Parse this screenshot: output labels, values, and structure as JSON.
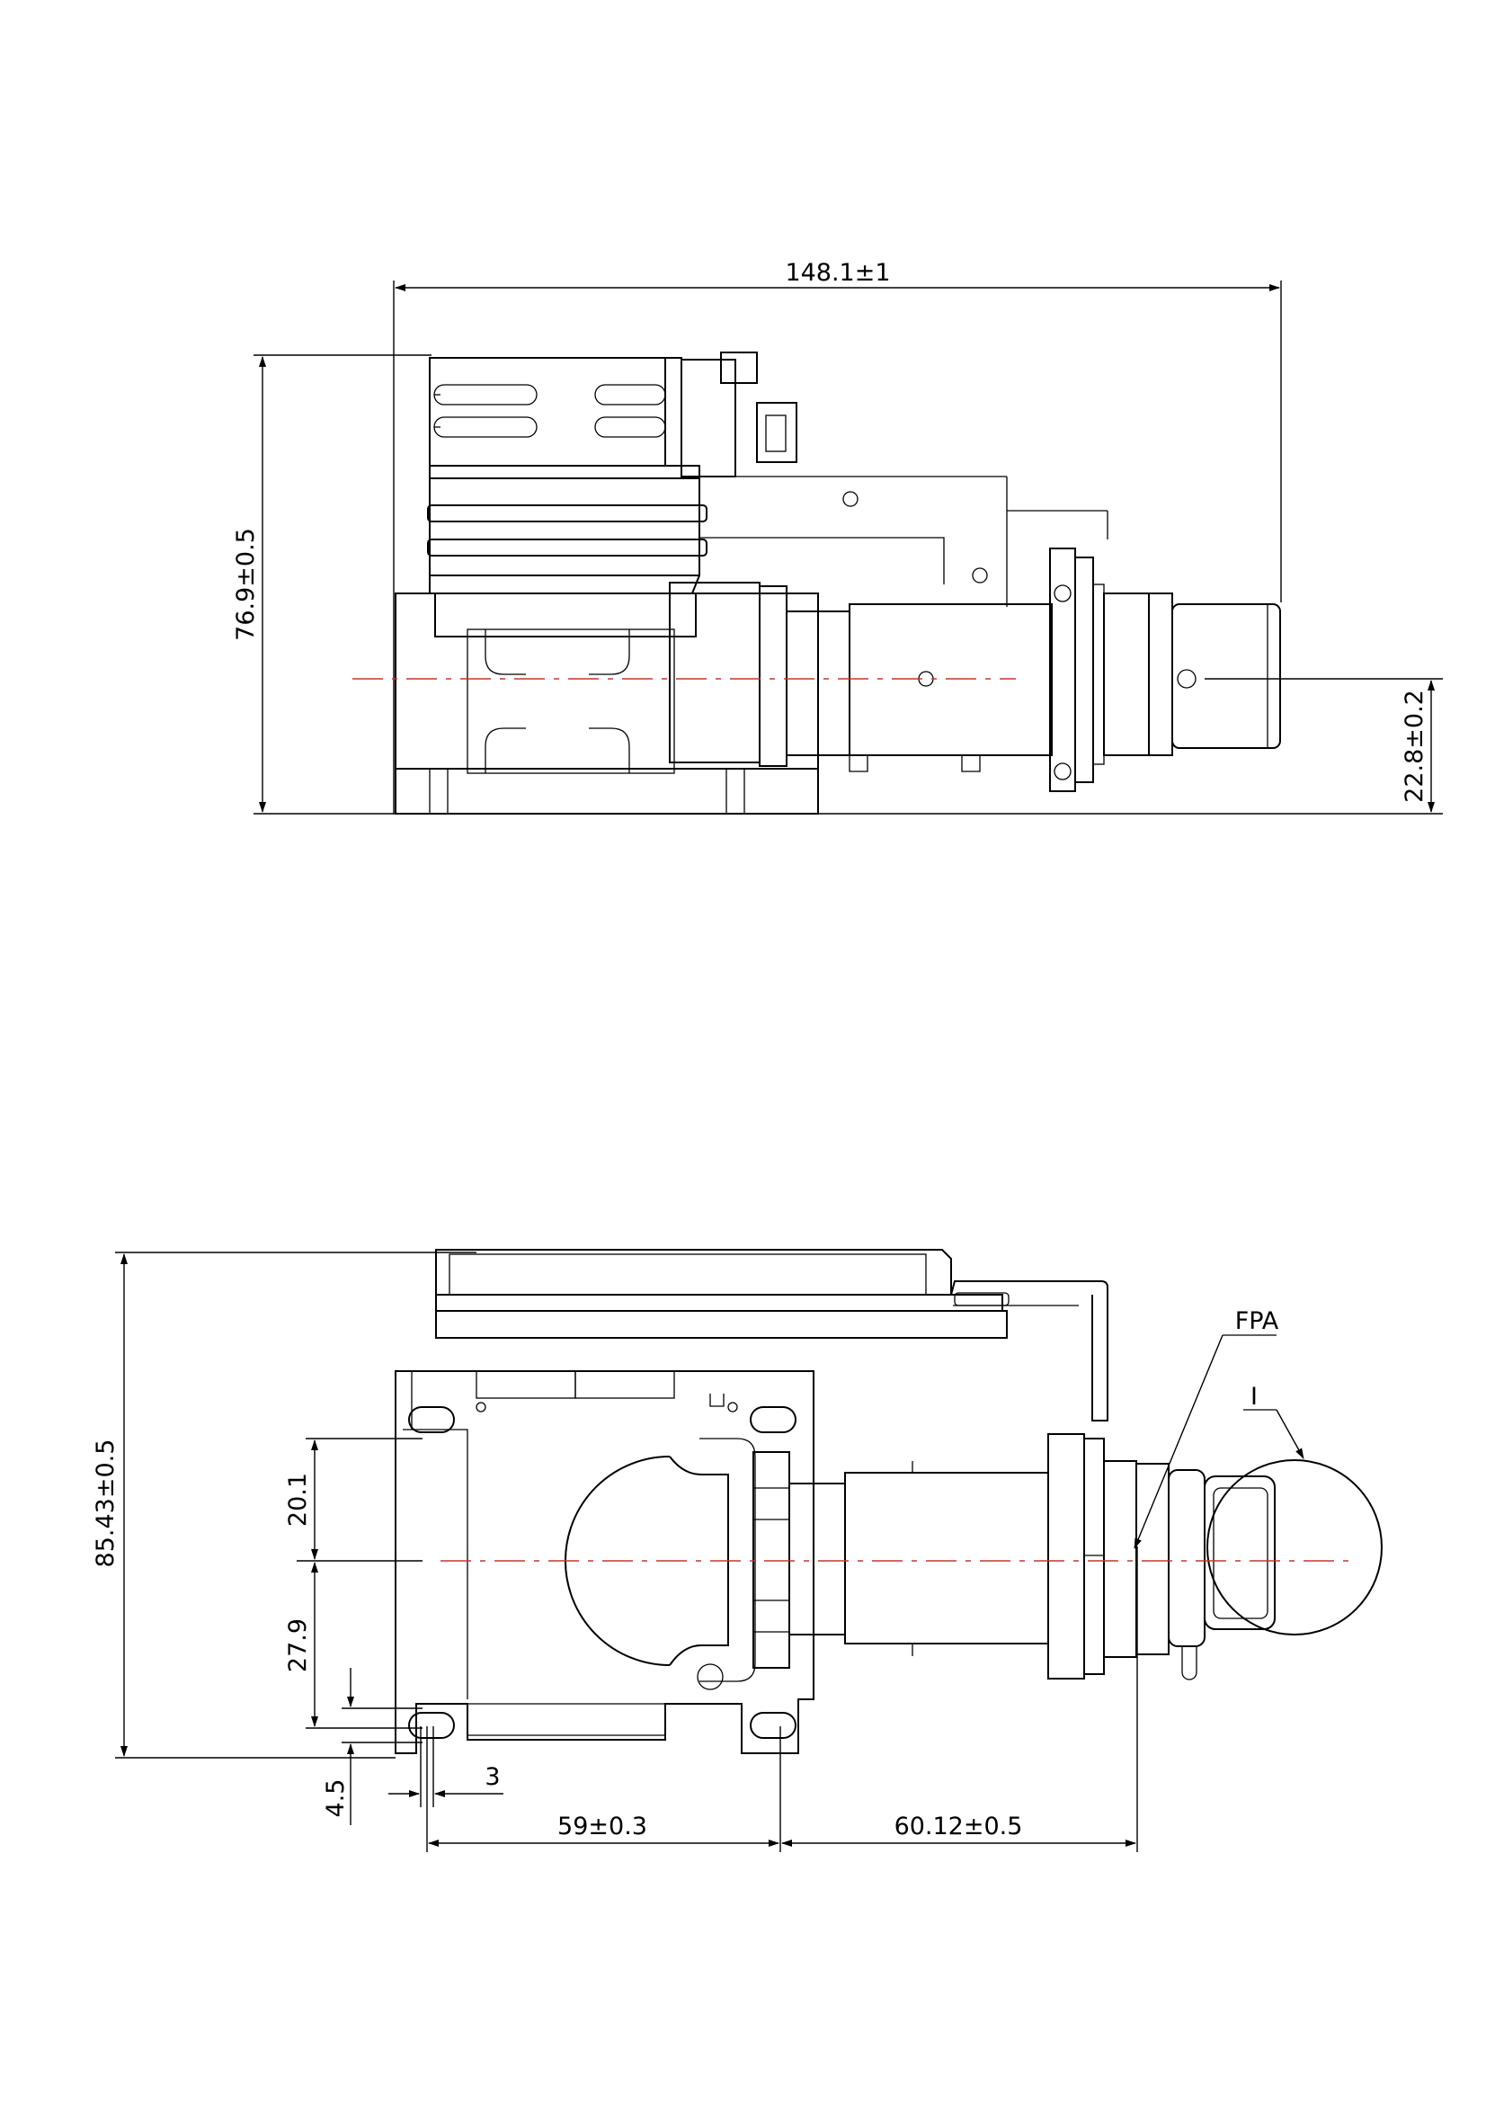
{
  "side_view": {
    "dim_length": "148.1±1",
    "dim_height": "76.9±0.5",
    "dim_axis_height": "22.8±0.2"
  },
  "front_view": {
    "dim_height": "85.43±0.5",
    "dim_upper": "20.1",
    "dim_lower": "27.9",
    "dim_hole_offset": "4.5",
    "dim_hole_width": "3",
    "dim_hole_spacing": "59±0.3",
    "dim_fpa_distance": "60.12±0.5",
    "label_fpa": "FPA",
    "label_detail": "I"
  }
}
